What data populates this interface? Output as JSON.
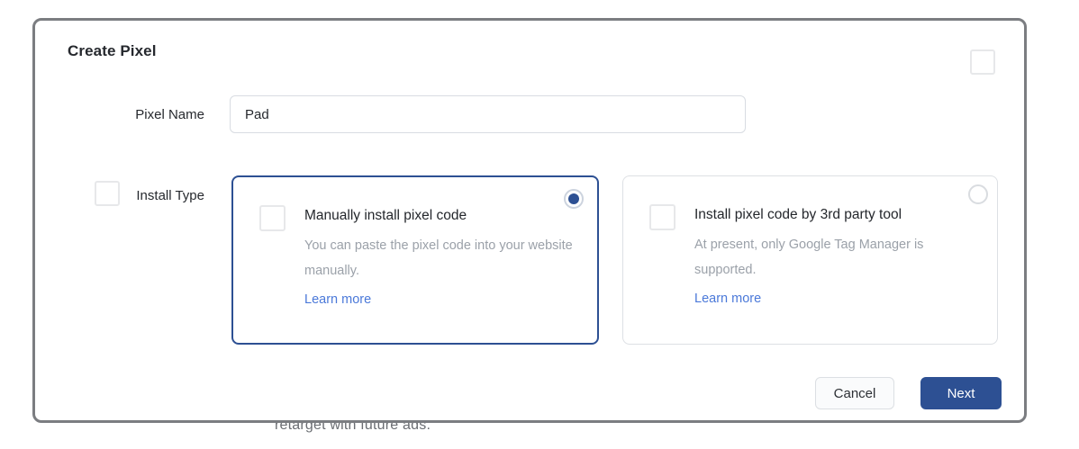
{
  "modal": {
    "title": "Create Pixel",
    "fields": {
      "pixel_name": {
        "label": "Pixel Name",
        "value": "Pad"
      },
      "install_type": {
        "label": "Install Type"
      }
    },
    "options": [
      {
        "title": "Manually install pixel code",
        "description": "You can paste the pixel code into your website manually.",
        "link": "Learn more",
        "selected": true
      },
      {
        "title": "Install pixel code by 3rd party tool",
        "description": "At present, only Google Tag Manager is supported.",
        "link": "Learn more",
        "selected": false
      }
    ],
    "buttons": {
      "cancel": "Cancel",
      "next": "Next"
    }
  },
  "background": {
    "clipped_text": "retarget with future ads."
  },
  "colors": {
    "accent_blue": "#2d5093",
    "link_blue": "#4b79d9",
    "description_gray": "#9ba1a9",
    "text_dark": "#26292e",
    "modal_border": "#7b7d81"
  }
}
